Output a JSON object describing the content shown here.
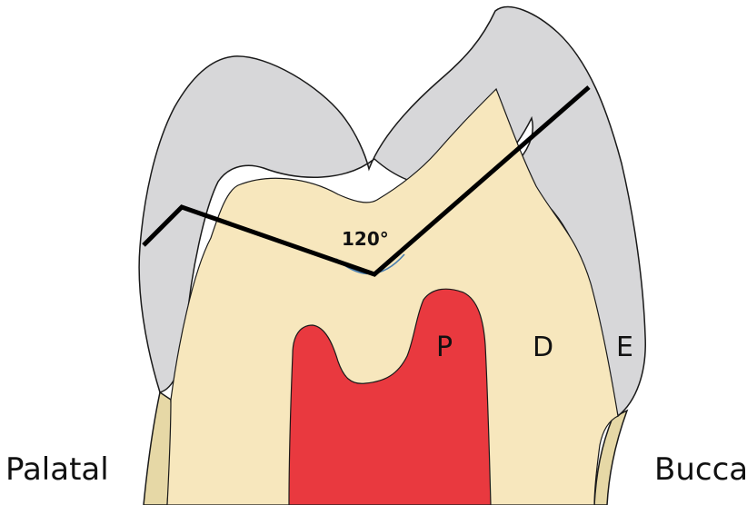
{
  "labels": {
    "palatal": "Palatal",
    "buccal": "Buccal",
    "pulp": "P",
    "dentin": "D",
    "enamel": "E",
    "angle": "120°"
  },
  "colors": {
    "enamel": "#d7d7d9",
    "dentin": "#f7e7bd",
    "pulp": "#e9393f",
    "cementum": "#e6d8a6",
    "outline": "#1a1a1a",
    "angle_arc": "#4a7fb0"
  }
}
